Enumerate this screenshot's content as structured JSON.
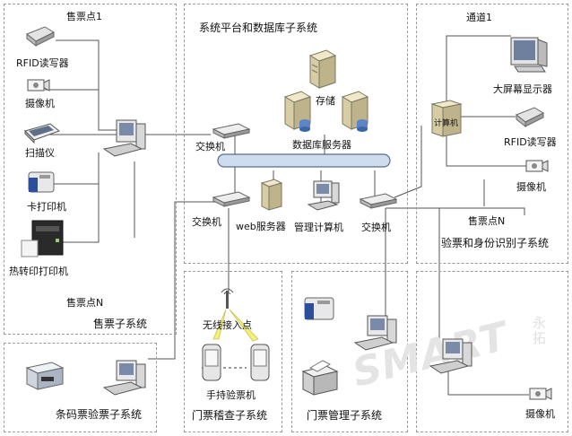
{
  "subsystems": {
    "ticket_sales": "售票子系统",
    "platform_db": "系统平台和数据库子系统",
    "channel": "通道1",
    "verify_id": "验票和身份识别子系统",
    "barcode": "条码票验票子系统",
    "gate_check": "门票稽查子系统",
    "ticket_mgmt": "门票管理子系统"
  },
  "labels": {
    "sales_point_1": "售票点1",
    "rfid_rw": "RFID读写器",
    "camera": "摄像机",
    "scanner": "扫描仪",
    "card_printer": "卡打印机",
    "thermal_printer": "热转印打印机",
    "sales_point_n": "售票点N",
    "switch": "交换机",
    "storage": "存储",
    "db_server": "数据库服务器",
    "web_server": "web服务器",
    "mgmt_computer": "管理计算机",
    "big_screen": "大屏幕显示器",
    "rfid_rw_2": "RFID读写器",
    "camera_2": "摄像机",
    "sales_point_n_2": "售票点N",
    "computer": "计算机",
    "wireless_ap": "无线接入点",
    "handheld": "手持验票机",
    "camera_3": "摄像机",
    "watermark": "SMART",
    "watermark_cn": "永拓"
  }
}
